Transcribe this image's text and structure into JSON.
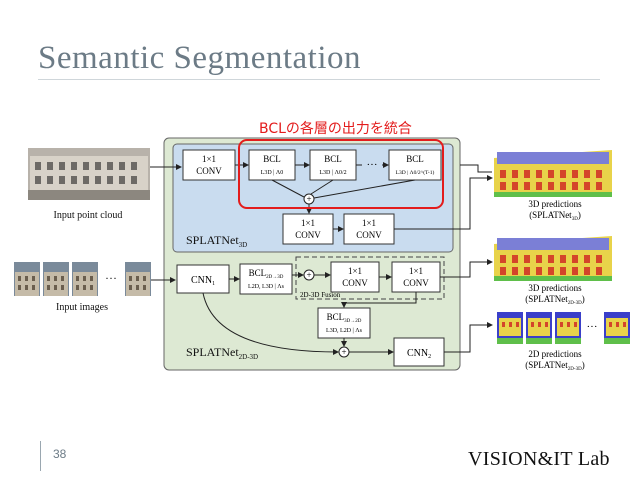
{
  "slide": {
    "title": "Semantic Segmentation",
    "annotation": "BCLの各層の出力を統合",
    "page_number": "38",
    "logo": "VISION&IT Lab"
  },
  "diagram": {
    "inputs": {
      "point_cloud": "Input point cloud",
      "images": "Input images",
      "ellipsis": "···"
    },
    "splat3d_label": "SPLATNet",
    "splat3d_sub": "3D",
    "splat2d3d_label": "SPLATNet",
    "splat2d3d_sub": "2D-3D",
    "conv_top": "1×1",
    "conv_bottom": "CONV",
    "bcl": "BCL",
    "bcl_params_1": "L3D | Λ0",
    "bcl_params_2": "L3D | Λ0/2",
    "bcl_params_3": "L3D | Λ0/2^(T-1)",
    "bcl_dots": "···",
    "cnn1": "CNN",
    "cnn1_sub": "1",
    "cnn2": "CNN",
    "cnn2_sub": "2",
    "bcl_2d3d": "BCL",
    "bcl_2d3d_sub": "2D→3D",
    "bcl_2d3d_params": "L2D, L3D | Λs",
    "bcl_3d2d": "BCL",
    "bcl_3d2d_sub": "3D→2D",
    "bcl_3d2d_params": "L3D, L2D | Λs",
    "fusion": "2D-3D Fusion",
    "plus": "+",
    "outputs": {
      "pred1_line1": "3D predictions",
      "pred1_line2": "(SPLATNet",
      "pred1_sub": "3D",
      "pred2_line1": "3D predictions",
      "pred2_line2": "(SPLATNet",
      "pred2_sub": "2D-3D",
      "pred3_line1": "2D predictions",
      "pred3_line2": "(SPLATNet",
      "pred3_sub": "2D-3D",
      "close": ")"
    },
    "colors": {
      "outer_green": "#dde9d3",
      "inner_blue": "#c9dcef",
      "highlight_red": "#e31c1c",
      "box_stroke": "#333333"
    }
  }
}
